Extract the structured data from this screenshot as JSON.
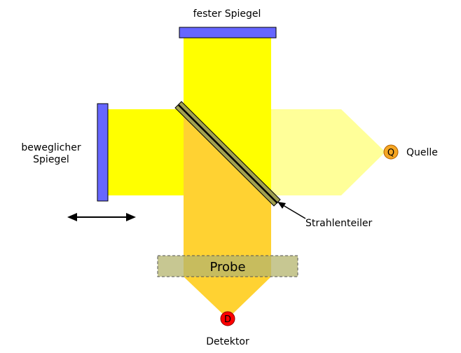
{
  "labels": {
    "fixed_mirror": "fester Spiegel",
    "movable_mirror_line1": "beweglicher",
    "movable_mirror_line2": "Spiegel",
    "source_label": "Quelle",
    "source_symbol": "Q",
    "beamsplitter_label": "Strahlenteiler",
    "sample_label": "Probe",
    "detector_label": "Detektor",
    "detector_symbol": "D"
  },
  "colors": {
    "beam_strong": "#ffff00",
    "beam_light": "#ffff99",
    "beam_orange": "#ffd232",
    "mirror": "#6666ff",
    "beamsplitter": "#a0a050",
    "sample": "#b4b46e",
    "source": "#f5a623",
    "detector": "#ff0000"
  }
}
